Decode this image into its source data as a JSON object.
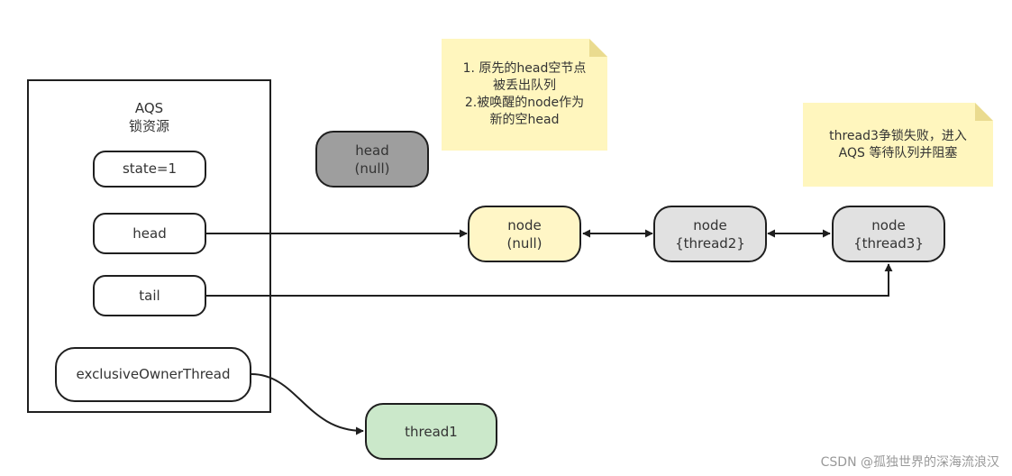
{
  "aqs": {
    "title_line1": "AQS",
    "title_line2": "锁资源",
    "state": "state=1",
    "head": "head",
    "tail": "tail",
    "exclusive_owner": "exclusiveOwnerThread"
  },
  "detached_head": {
    "label": "head",
    "value": "(null)"
  },
  "queue": [
    {
      "label": "node",
      "value": "(null)"
    },
    {
      "label": "node",
      "value": "{thread2}"
    },
    {
      "label": "node",
      "value": "{thread3}"
    }
  ],
  "owner_thread": "thread1",
  "notes": {
    "note1": [
      "1. 原先的head空节点",
      "被丢出队列",
      "2.被唤醒的node作为",
      "新的空head"
    ],
    "note2": [
      "thread3争锁失败，进入",
      "AQS 等待队列并阻塞"
    ]
  },
  "watermark": "CSDN @孤独世界的深海流浪汉",
  "colors": {
    "note_fill": "#fff6be",
    "detached_head_fill": "#9e9e9e",
    "empty_node_fill": "#fff6c6",
    "thread_node_fill": "#e1e1e1",
    "owner_thread_fill": "#cbe8ca",
    "stroke": "#1f1f1f"
  }
}
